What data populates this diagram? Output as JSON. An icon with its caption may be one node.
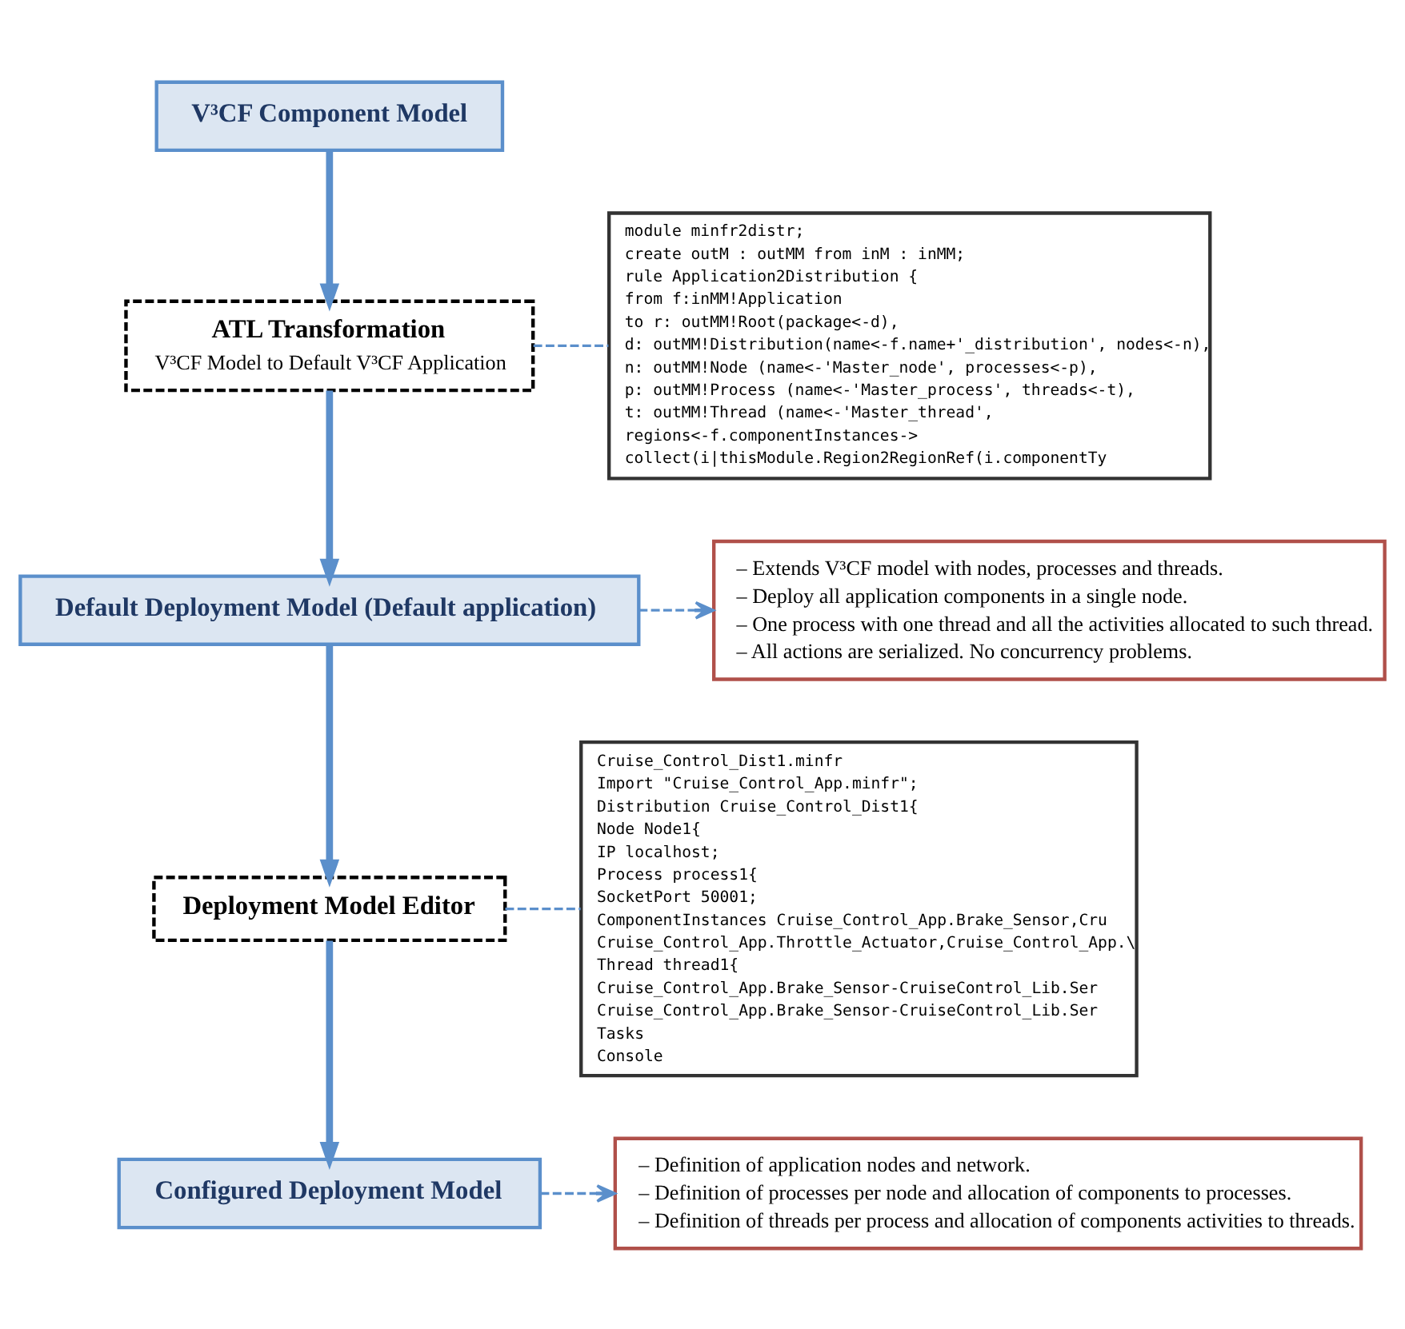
{
  "diagram": {
    "nodes": [
      {
        "text": [
          "V³CF Component Model"
        ]
      },
      {
        "text": [
          "ATL Transformation",
          "V³CF Model to Default V³CF Application"
        ]
      },
      {
        "text": [
          "module minfr2distr;",
          "create outM : outMM from inM : inMM;",
          "rule Application2Distribution {",
          "from f:inMM!Application",
          "to r: outMM!Root(package<-d),",
          "d: outMM!Distribution(name<-f.name+'_distribution', nodes<-n),",
          "n: outMM!Node (name<-'Master_node', processes<-p),",
          "p: outMM!Process (name<-'Master_process', threads<-t),",
          "t: outMM!Thread (name<-'Master_thread',",
          "regions<-f.componentInstances->",
          "collect(i|thisModule.Region2RegionRef(i.componentTy"
        ]
      },
      {
        "text": [
          "Default Deployment Model (Default application)"
        ]
      },
      {
        "text": [
          "– Extends V³CF model with nodes, processes and threads.",
          "– Deploy all application components in a single node.",
          "– One process with one thread and all the activities allocated to such thread.",
          "– All actions are serialized. No concurrency problems."
        ]
      },
      {
        "text": [
          "Deployment Model Editor"
        ]
      },
      {
        "text": [
          "Cruise_Control_Dist1.minfr",
          "Import \"Cruise_Control_App.minfr\";",
          "Distribution Cruise_Control_Dist1{",
          "Node Node1{",
          "IP localhost;",
          "Process process1{",
          "SocketPort 50001;",
          "ComponentInstances Cruise_Control_App.Brake_Sensor,Cru",
          "Cruise_Control_App.Throttle_Actuator,Cruise_Control_App.\\",
          "Thread thread1{",
          "Cruise_Control_App.Brake_Sensor-CruiseControl_Lib.Ser",
          "Cruise_Control_App.Brake_Sensor-CruiseControl_Lib.Ser",
          "Tasks",
          "Console"
        ]
      },
      {
        "text": [
          "Configured Deployment Model"
        ]
      },
      {
        "text": [
          "– Definition of application nodes and network.",
          "– Definition of processes per node and allocation of components to processes.",
          "– Definition of threads per process and allocation of components activities to threads."
        ]
      }
    ],
    "edges": [
      {
        "from": 0,
        "to": 1,
        "arrow": "to",
        "style": "thick"
      },
      {
        "from": 1,
        "to": 2,
        "arrow": "none",
        "style": "dashed"
      },
      {
        "from": 1,
        "to": 3,
        "arrow": "to",
        "style": "thick"
      },
      {
        "from": 3,
        "to": 4,
        "arrow": "to",
        "style": "dashed"
      },
      {
        "from": 3,
        "to": 5,
        "arrow": "to",
        "style": "thick"
      },
      {
        "from": 5,
        "to": 6,
        "arrow": "none",
        "style": "dashed"
      },
      {
        "from": 5,
        "to": 7,
        "arrow": "to",
        "style": "thick"
      },
      {
        "from": 7,
        "to": 8,
        "arrow": "to",
        "style": "dashed"
      }
    ]
  }
}
